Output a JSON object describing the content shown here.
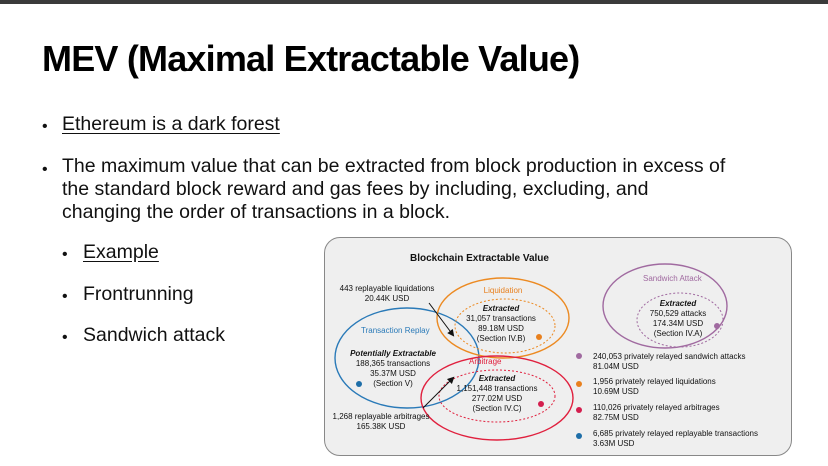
{
  "slide": {
    "title": "MEV (Maximal Extractable Value)",
    "bullets": [
      {
        "text": "Ethereum is a dark forest",
        "link": true
      },
      {
        "lines": [
          "The maximum value that can be extracted from block production in excess of",
          "the standard block reward and gas fees by including, excluding, and",
          "changing the order of transactions in a block."
        ]
      }
    ],
    "sub_bullets": [
      {
        "text": "Example",
        "link": true
      },
      {
        "text": "Frontrunning"
      },
      {
        "text": "Sandwich attack"
      }
    ]
  },
  "figure": {
    "title": "Blockchain Extractable Value",
    "sandwich": {
      "label": "Sandwich Attack",
      "extracted": "Extracted",
      "line1": "750,529 attacks",
      "line2": "174.34M USD",
      "line3": "(Section IV.A)"
    },
    "liquidation": {
      "label": "Liquidation",
      "extracted": "Extracted",
      "line1": "31,057 transactions",
      "line2": "89.18M USD",
      "line3": "(Section IV.B)"
    },
    "replay": {
      "label": "Transaction Replay",
      "extracted": "Potentially Extractable",
      "line1": "188,365 transactions",
      "line2": "35.37M USD",
      "line3": "(Section V)"
    },
    "arbitrage": {
      "label": "Arbitrage",
      "extracted": "Extracted",
      "line1": "1,151,448 transactions",
      "line2": "277.02M USD",
      "line3": "(Section IV.C)"
    },
    "callout_top": {
      "line1": "443 replayable liquidations",
      "line2": "20.44K USD"
    },
    "callout_bottom": {
      "line1": "1,268 replayable arbitrages",
      "line2": "165.38K USD"
    },
    "legend": [
      {
        "line1": "240,053 privately relayed sandwich attacks",
        "line2": "81.04M USD",
        "color": "#a06aa0"
      },
      {
        "line1": "1,956 privately relayed liquidations",
        "line2": "10.69M USD",
        "color": "#e8801e"
      },
      {
        "line1": "110,026 privately relayed arbitrages",
        "line2": "82.75M USD",
        "color": "#d41e4e"
      },
      {
        "line1": "6,685 privately relayed replayable transactions",
        "line2": "3.63M USD",
        "color": "#1e6ea8"
      }
    ],
    "colors": {
      "sandwich": "#a06aa0",
      "liquidation": "#ec8a22",
      "replay": "#2a7ab8",
      "arbitrage": "#e0203e"
    }
  }
}
